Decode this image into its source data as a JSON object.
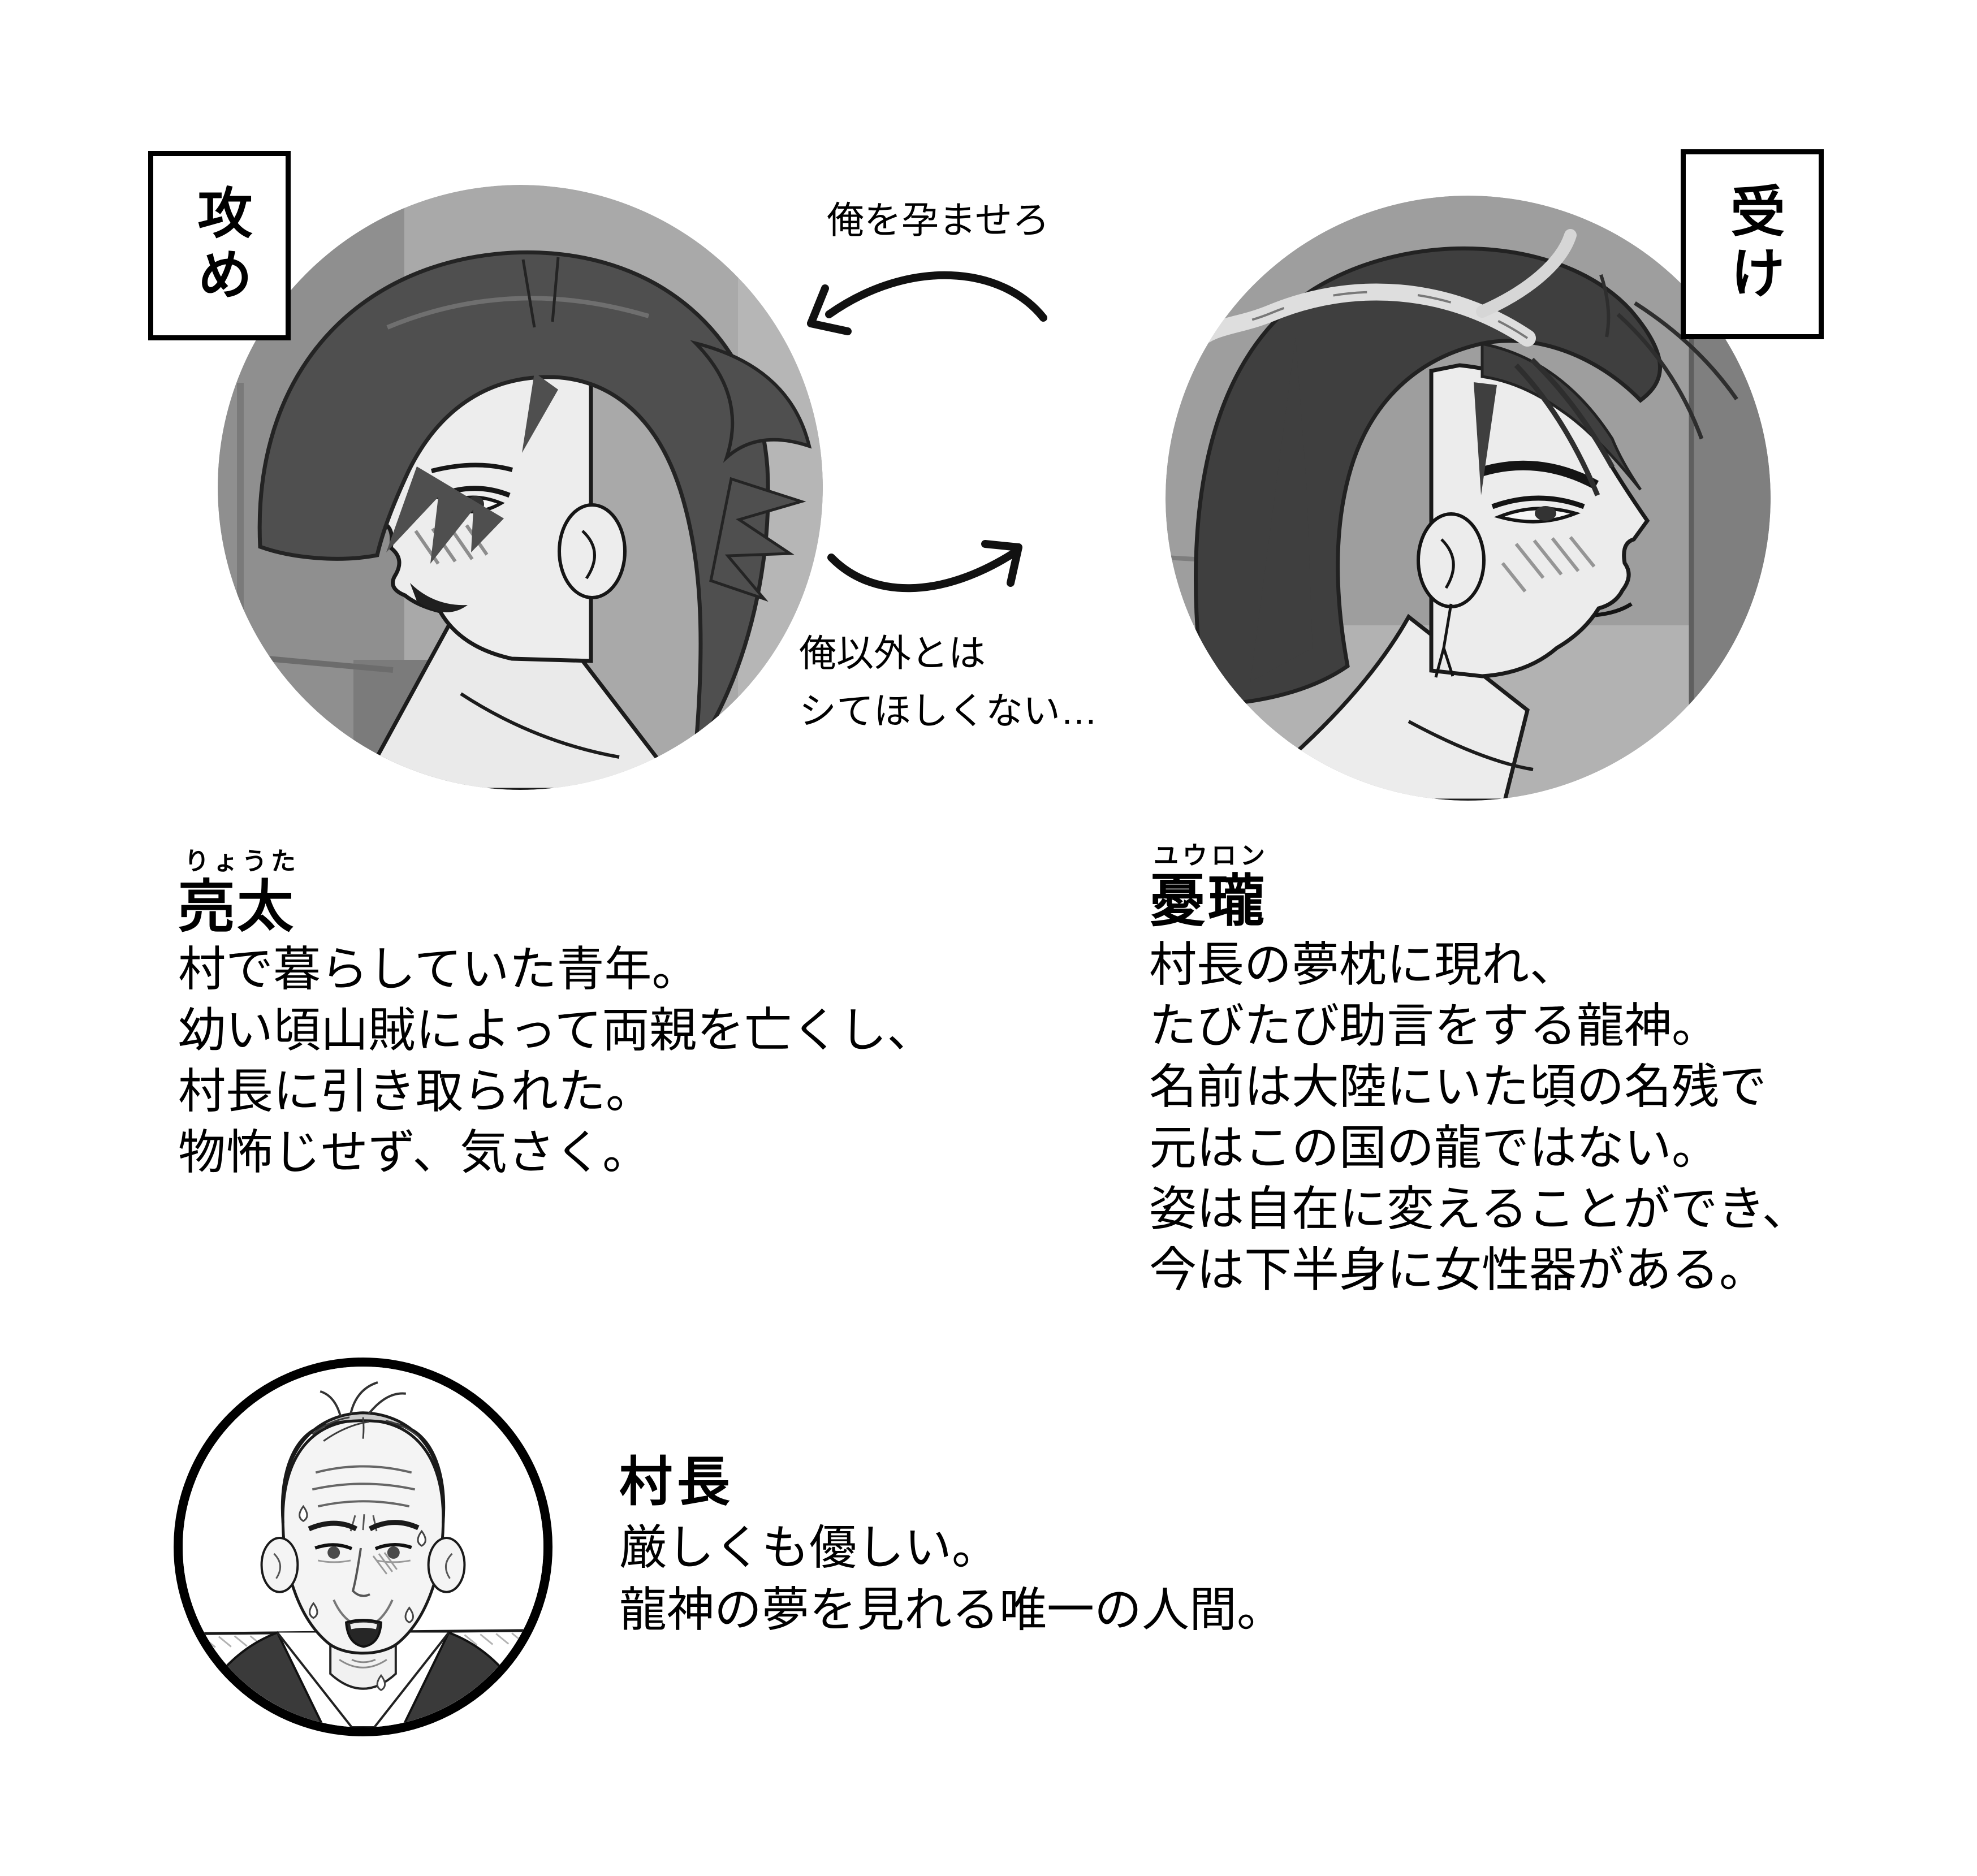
{
  "page": {
    "background_color": "#ffffff",
    "ink_color": "#000000",
    "artwork_style": "grayscale manga character sheet"
  },
  "role_badges": {
    "seme_label": "攻め",
    "uke_label": "受け"
  },
  "relationship": {
    "arrow_to_seme": {
      "text": "俺を孕ませろ",
      "from": "uke",
      "to": "seme"
    },
    "arrow_to_uke": {
      "text_line1": "俺以外とは",
      "text_line2": "シてほしくない…",
      "from": "seme",
      "to": "uke"
    }
  },
  "characters": {
    "seme": {
      "furigana": "りょうた",
      "name": "亮太",
      "portrait": "young-man-profile-facing-left-ponytail-blushing-smile",
      "description_lines": [
        "村で暮らしていた青年。",
        "幼い頃山賊によって両親を亡くし、",
        "村長に引き取られた。",
        "物怖じせず、気さく。"
      ]
    },
    "uke": {
      "furigana": "ユウロン",
      "name": "憂瓏",
      "portrait": "dragon-god-profile-facing-right-long-tied-hair-horn-blushing",
      "description_lines": [
        "村長の夢枕に現れ、",
        "たびたび助言をする龍神。",
        "名前は大陸にいた頃の名残で",
        "元はこの国の龍ではない。",
        "姿は自在に変えることができ、",
        "今は下半身に女性器がある。"
      ]
    },
    "chief": {
      "name": "村長",
      "portrait": "old-man-front-face-swept-back-hair-sweating-worried",
      "description_lines": [
        "厳しくも優しい。",
        "龍神の夢を見れる唯一の人間。"
      ]
    }
  }
}
